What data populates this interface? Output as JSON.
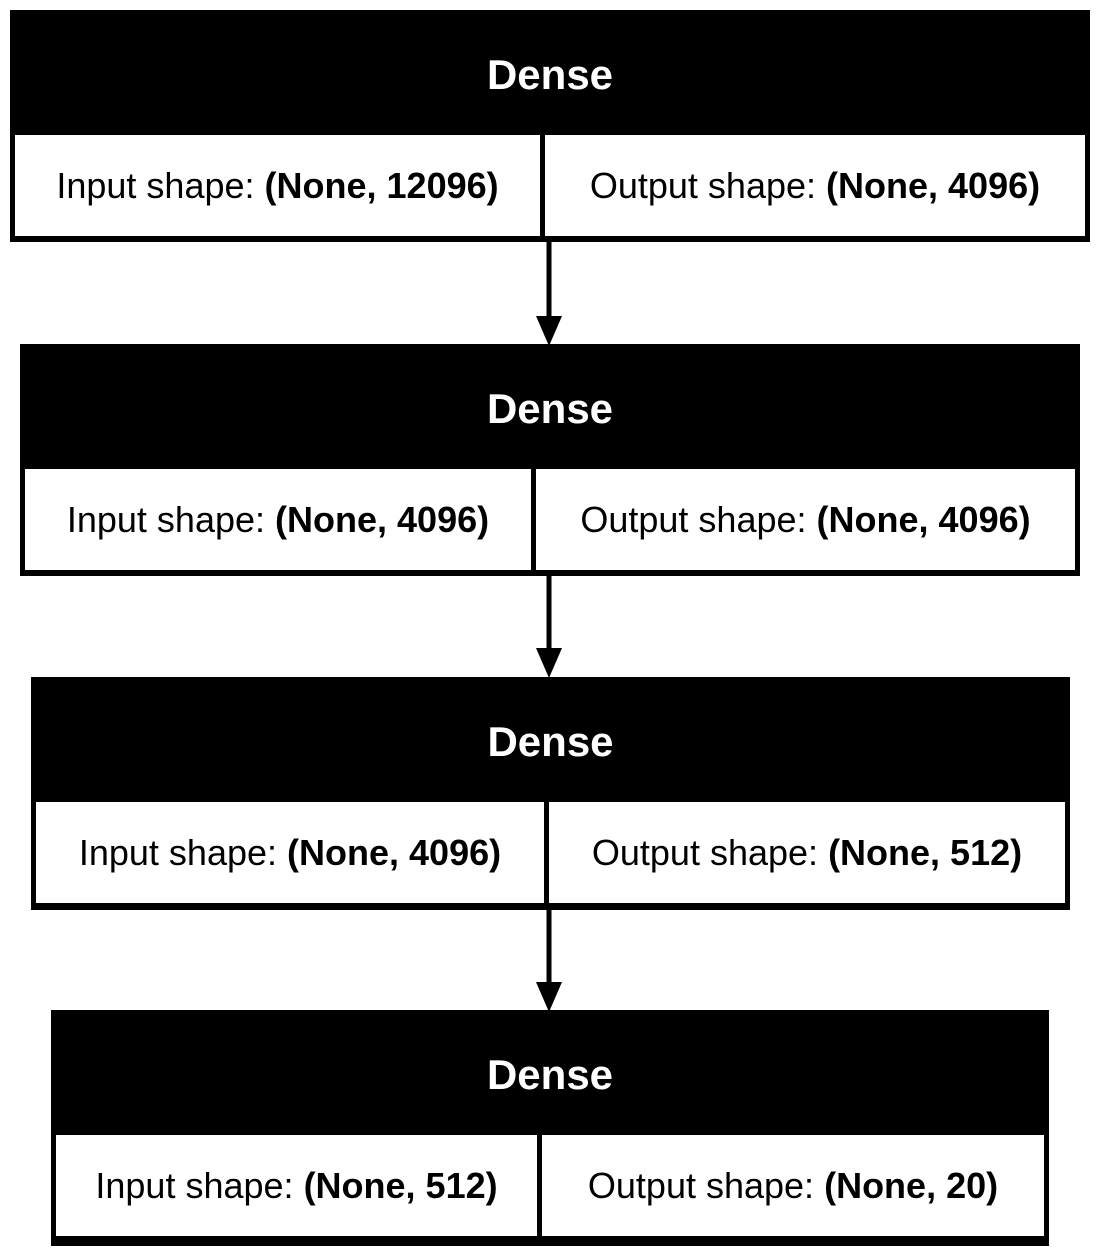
{
  "layers": [
    {
      "title": "Dense",
      "input_label": "Input shape: ",
      "input_value": "(None, 12096)",
      "output_label": "Output shape: ",
      "output_value": "(None, 4096)"
    },
    {
      "title": "Dense",
      "input_label": "Input shape: ",
      "input_value": "(None, 4096)",
      "output_label": "Output shape: ",
      "output_value": "(None, 4096)"
    },
    {
      "title": "Dense",
      "input_label": "Input shape: ",
      "input_value": "(None, 4096)",
      "output_label": "Output shape: ",
      "output_value": "(None, 512)"
    },
    {
      "title": "Dense",
      "input_label": "Input shape: ",
      "input_value": "(None, 512)",
      "output_label": "Output shape: ",
      "output_value": "(None, 20)"
    }
  ],
  "colors": {
    "header": "#000000",
    "cell": "#ffffff",
    "edge": "#000000"
  }
}
